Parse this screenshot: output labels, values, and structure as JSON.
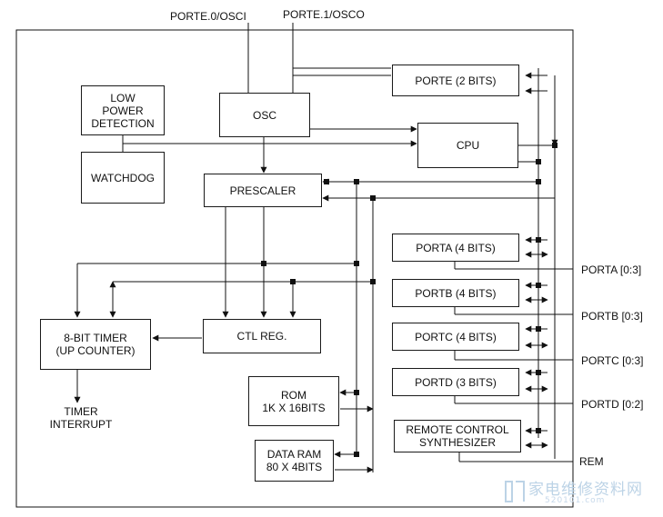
{
  "pins": {
    "porte0": "PORTE.0/OSCI",
    "porte1": "PORTE.1/OSCO"
  },
  "blocks": {
    "low_power": "LOW\nPOWER\nDETECTION",
    "watchdog": "WATCHDOG",
    "osc": "OSC",
    "cpu": "CPU",
    "prescaler": "PRESCALER",
    "porte": "PORTE (2 BITS)",
    "porta": "PORTA (4 BITS)",
    "portb": "PORTB (4 BITS)",
    "portc": "PORTC (4 BITS)",
    "portd": "PORTD (3 BITS)",
    "remote": "REMOTE CONTROL\nSYNTHESIZER",
    "timer": "8-BIT TIMER\n(UP COUNTER)",
    "ctl": "CTL REG.",
    "rom": "ROM\n1K X 16BITS",
    "ram": "DATA RAM\n80 X 4BITS"
  },
  "outputs": {
    "porta": "PORTA [0:3]",
    "portb": "PORTB [0:3]",
    "portc": "PORTC [0:3]",
    "portd": "PORTD [0:2]",
    "rem": "REM",
    "timer_interrupt": "TIMER\nINTERRUPT"
  },
  "watermark": {
    "text": "家电维修资料网",
    "url": "520101.com"
  }
}
